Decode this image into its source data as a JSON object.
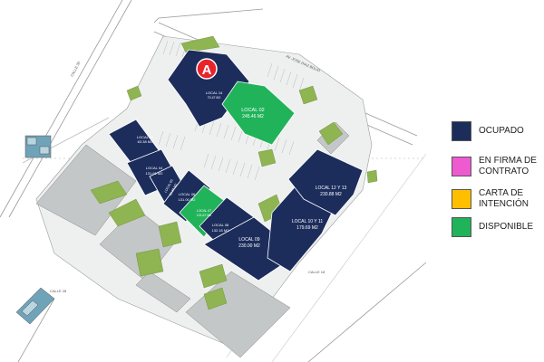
{
  "colors": {
    "occupied": "#1c2d5c",
    "in_signing": "#ee5ad0",
    "letter_of_intent": "#ffbf00",
    "available": "#21b35a",
    "landscape": "#8fb452",
    "building_gray": "#bfc3c3",
    "paving": "#eef0f0"
  },
  "logo": {
    "letter": "A",
    "color": "#e8232a",
    "icon": "brand-a-logo-icon"
  },
  "streets": {
    "top": "AV. JOSE DIAZ BOLIO",
    "left": "CALLE 30",
    "bottom_left": "CALLE 28",
    "bottom_right": "CALLE 18"
  },
  "units": [
    {
      "id": "local-02",
      "name": "LOCAL 02",
      "area": "245.46 M2",
      "status": "available"
    },
    {
      "id": "local-14",
      "name": "LOCAL 14",
      "area": "70.47 M2",
      "status": "occupied"
    },
    {
      "id": "local-03",
      "name": "LOCAL 03",
      "area": "63.38 M2",
      "status": "occupied"
    },
    {
      "id": "local-04",
      "name": "LOCAL 04",
      "area": "131.61 M2",
      "status": "occupied"
    },
    {
      "id": "local-05",
      "name": "LOCAL 05",
      "area": "86.86 M2",
      "status": "occupied"
    },
    {
      "id": "local-06",
      "name": "LOCAL 06",
      "area": "131.00 M2",
      "status": "occupied"
    },
    {
      "id": "local-07",
      "name": "LOCAL 07",
      "area": "131.67 M2",
      "status": "available"
    },
    {
      "id": "local-08",
      "name": "LOCAL 08",
      "area": "132.15 M2",
      "status": "occupied"
    },
    {
      "id": "local-09",
      "name": "LOCAL 09",
      "area": "230.00 M2",
      "status": "occupied"
    },
    {
      "id": "local-10-11",
      "name": "LOCAL 10 Y 11",
      "area": "179.69 M2",
      "status": "occupied"
    },
    {
      "id": "local-12-13",
      "name": "LOCAL 12 Y 13",
      "area": "230.88 M2",
      "status": "occupied"
    }
  ],
  "legend": [
    {
      "key": "occupied",
      "label": "OCUPADO",
      "color": "#1c2d5c"
    },
    {
      "key": "in_signing",
      "label": "EN FIRMA DE\nCONTRATO",
      "color": "#ee5ad0"
    },
    {
      "key": "letter_of_intent",
      "label": "CARTA DE\nINTENCIÓN",
      "color": "#ffbf00"
    },
    {
      "key": "available",
      "label": "DISPONIBLE",
      "color": "#21b35a"
    }
  ]
}
